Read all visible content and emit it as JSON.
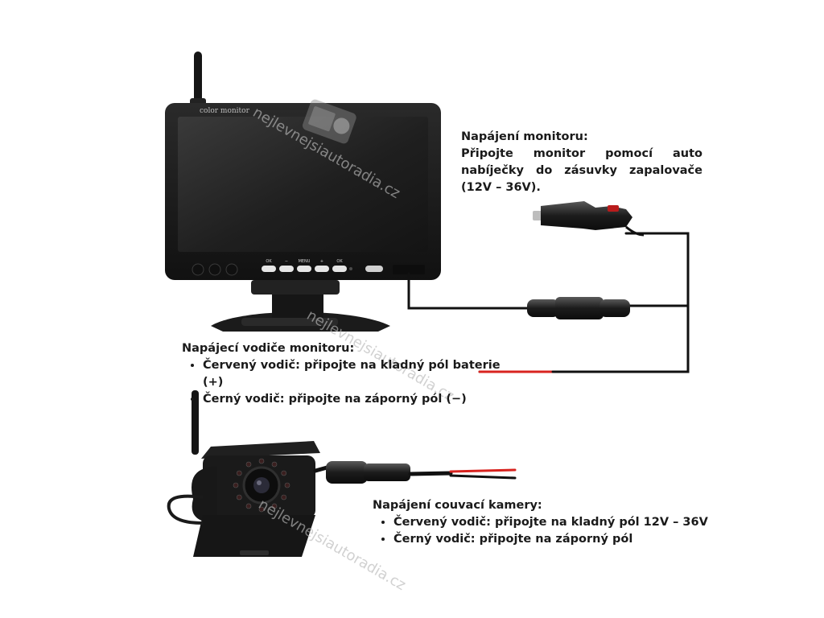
{
  "monitor_label": "color monitor",
  "watermark": "nejlevnejsiautoradia.cz",
  "monitor_buttons": [
    "OK",
    "−",
    "MENU",
    "+",
    "OK"
  ],
  "power_note": {
    "title": "Napájení monitoru:",
    "text": "Připojte monitor pomocí auto nabíječky do zásuvky zapalovače (12V – 36V)."
  },
  "wires_note": {
    "title": "Napájecí vodiče monitoru:",
    "items": [
      "Červený vodič: připojte na kladný pól baterie (+)",
      "Černý vodič: připojte na záporný pól (−)"
    ]
  },
  "camera_note": {
    "title": "Napájení couvací kamery:",
    "items": [
      "Červený vodič: připojte na kladný pól 12V – 36V",
      "Černý vodič: připojte na záporný pól"
    ]
  },
  "colors": {
    "red_wire": "#d8231f",
    "black_wire": "#111111",
    "device": "#1c1c1c"
  }
}
